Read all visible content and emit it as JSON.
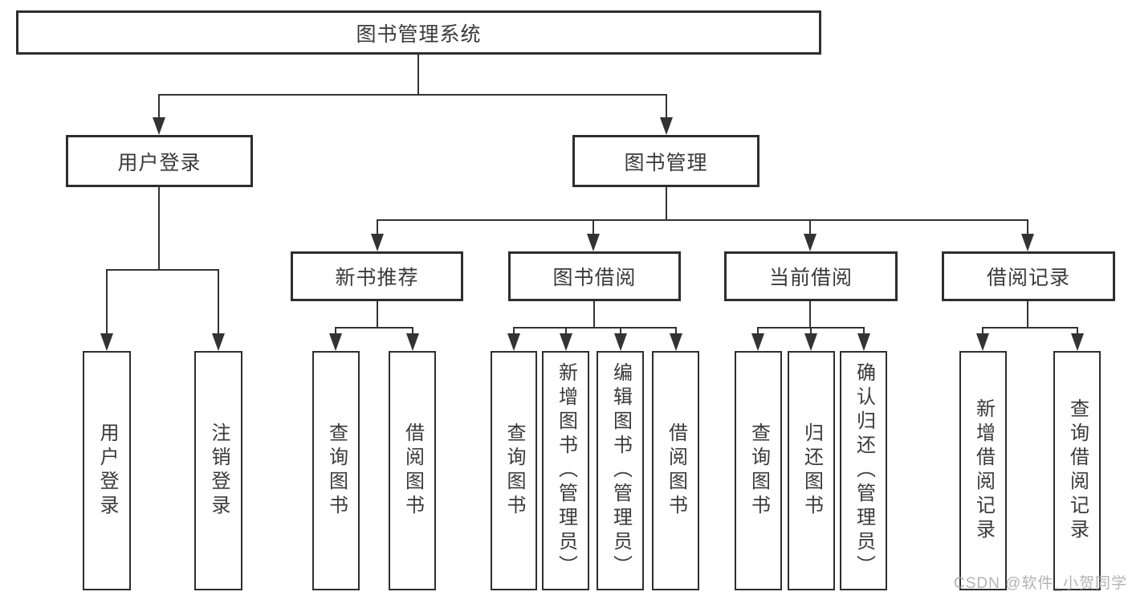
{
  "diagram": {
    "nodes": {
      "root": "图书管理系统",
      "user_login": "用户登录",
      "book_mgmt": "图书管理",
      "new_book_rec": "新书推荐",
      "book_borrow": "图书借阅",
      "current_borrow": "当前借阅",
      "borrow_records": "借阅记录",
      "leaf_user_login": "用户登录",
      "leaf_logout": "注销登录",
      "leaf_nb_query": "查询图书",
      "leaf_nb_borrow": "借阅图书",
      "leaf_bb_query": "查询图书",
      "leaf_bb_add": "新增图书（管理员）",
      "leaf_bb_edit": "编辑图书（管理员）",
      "leaf_bb_borrow": "借阅图书",
      "leaf_cb_query": "查询图书",
      "leaf_cb_return": "归还图书",
      "leaf_cb_confirm": "确认归还（管理员）",
      "leaf_br_add": "新增借阅记录",
      "leaf_br_query": "查询借阅记录"
    },
    "watermark": "CSDN @软件_小贺同学",
    "colors": {
      "line": "#333333",
      "border": "#2e2e2e",
      "text": "#3a3a3a",
      "watermark": "#ababab",
      "background": "#ffffff"
    }
  }
}
